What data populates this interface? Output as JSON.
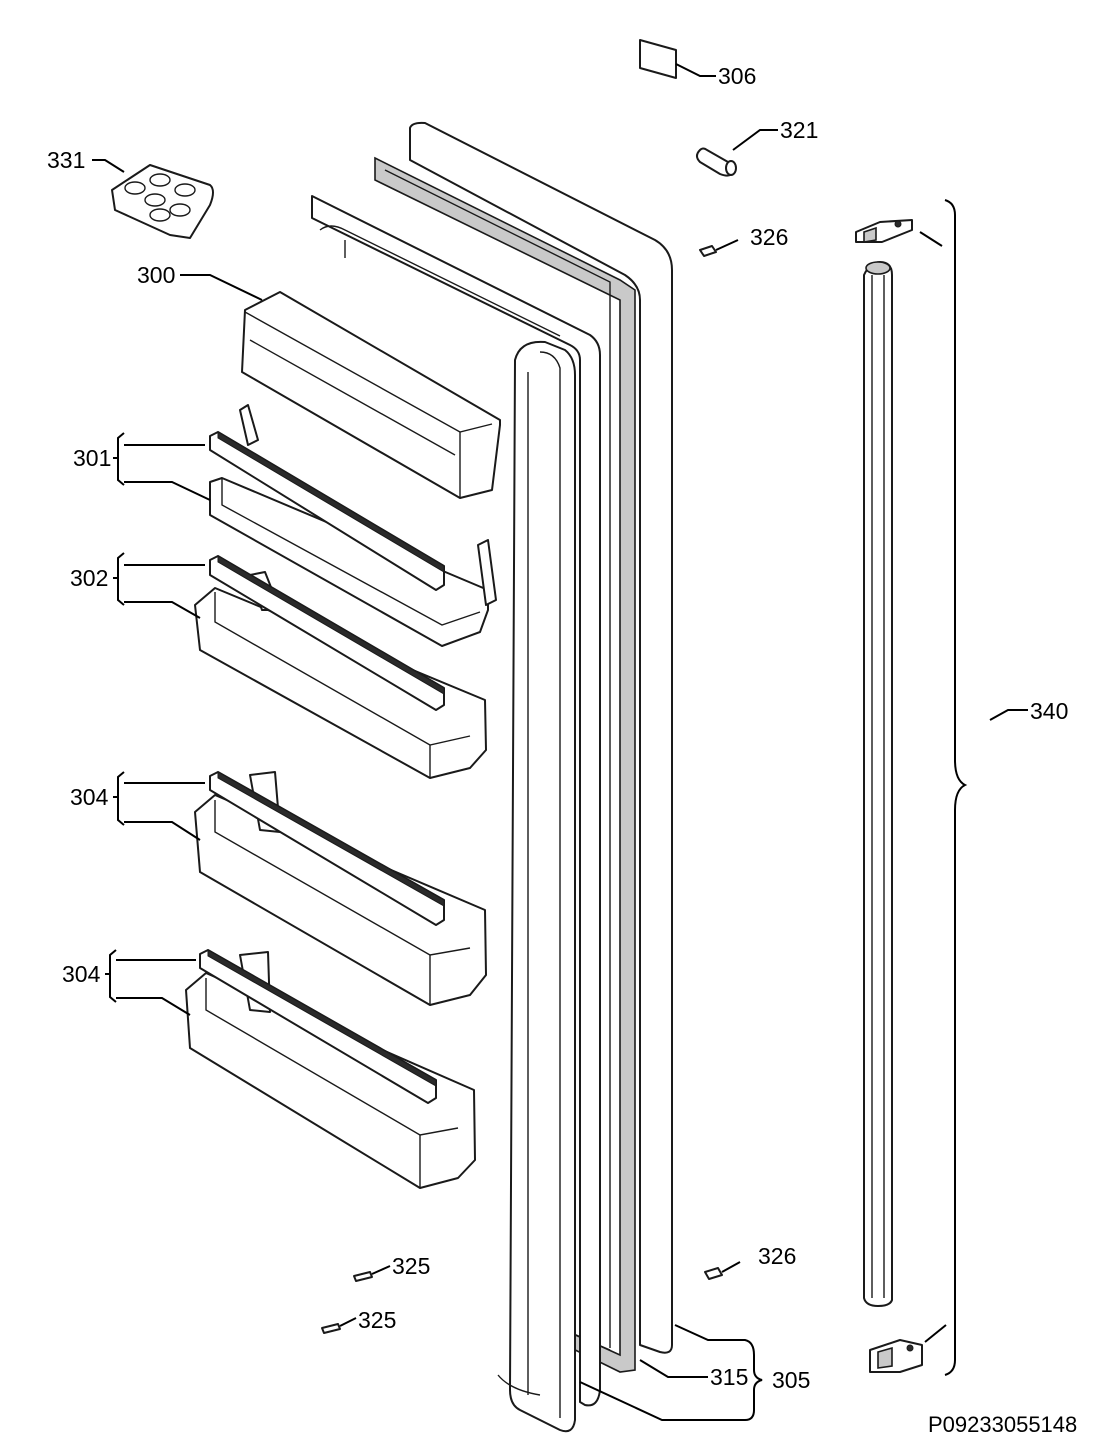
{
  "labels": {
    "p306": "306",
    "p321": "321",
    "p331": "331",
    "p326a": "326",
    "p300": "300",
    "p301": "301",
    "p302": "302",
    "p340": "340",
    "p304a": "304",
    "p304b": "304",
    "p325a": "325",
    "p326b": "326",
    "p325b": "325",
    "p315": "315",
    "p305": "305"
  },
  "drawing_code": "P09233055148"
}
